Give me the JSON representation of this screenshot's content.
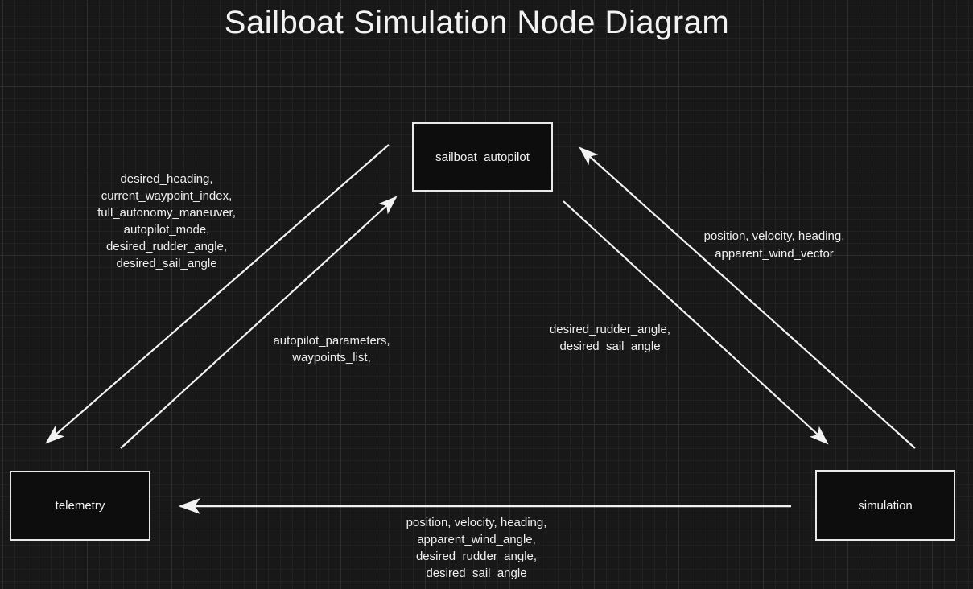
{
  "title": "Sailboat Simulation Node Diagram",
  "colors": {
    "background": "#181818",
    "grid_minor": "#212121",
    "grid_major": "#2e2e2e",
    "node_fill": "#0d0d0d",
    "node_border": "#e9e9e9",
    "edge_line": "#f2f2f2",
    "text": "#f2f2f2"
  },
  "nodes": {
    "autopilot": {
      "label": "sailboat_autopilot"
    },
    "telemetry": {
      "label": "telemetry"
    },
    "simulation": {
      "label": "simulation"
    }
  },
  "edges": {
    "autopilot_to_telemetry": {
      "from": "sailboat_autopilot",
      "to": "telemetry",
      "lines": [
        "desired_heading,",
        "current_waypoint_index,",
        "full_autonomy_maneuver,",
        "autopilot_mode,",
        "desired_rudder_angle,",
        "desired_sail_angle"
      ]
    },
    "telemetry_to_autopilot": {
      "from": "telemetry",
      "to": "sailboat_autopilot",
      "lines": [
        "autopilot_parameters,",
        "waypoints_list,"
      ]
    },
    "simulation_to_autopilot": {
      "from": "simulation",
      "to": "sailboat_autopilot",
      "lines": [
        "position, velocity, heading,",
        "apparent_wind_vector"
      ]
    },
    "autopilot_to_simulation": {
      "from": "sailboat_autopilot",
      "to": "simulation",
      "lines": [
        "desired_rudder_angle,",
        "desired_sail_angle"
      ]
    },
    "simulation_to_telemetry": {
      "from": "simulation",
      "to": "telemetry",
      "lines": [
        "position, velocity, heading,",
        "apparent_wind_angle,",
        "desired_rudder_angle,",
        "desired_sail_angle"
      ]
    }
  }
}
